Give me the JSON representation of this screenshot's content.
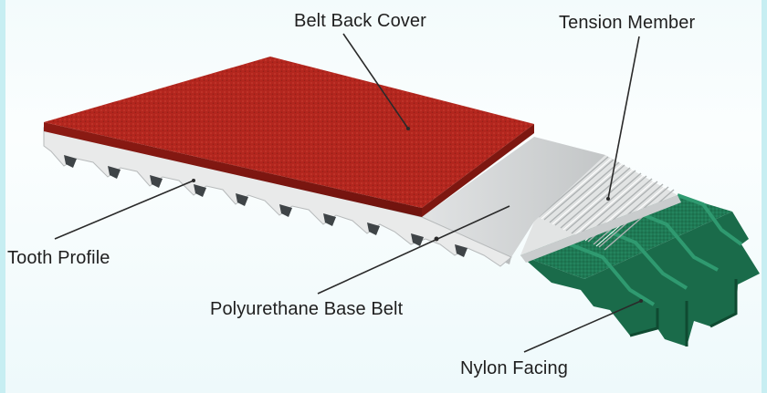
{
  "labels": {
    "belt_back_cover": "Belt Back Cover",
    "tension_member": "Tension Member",
    "tooth_profile": "Tooth Profile",
    "polyurethane_base_belt": "Polyurethane Base Belt",
    "nylon_facing": "Nylon Facing"
  },
  "colors": {
    "back_cover": "#b3261e",
    "base_belt": "#cfd2d3",
    "tension_member": "#e6e8e8",
    "nylon_facing": "#1f7a55",
    "background": "#f3fbfc"
  }
}
